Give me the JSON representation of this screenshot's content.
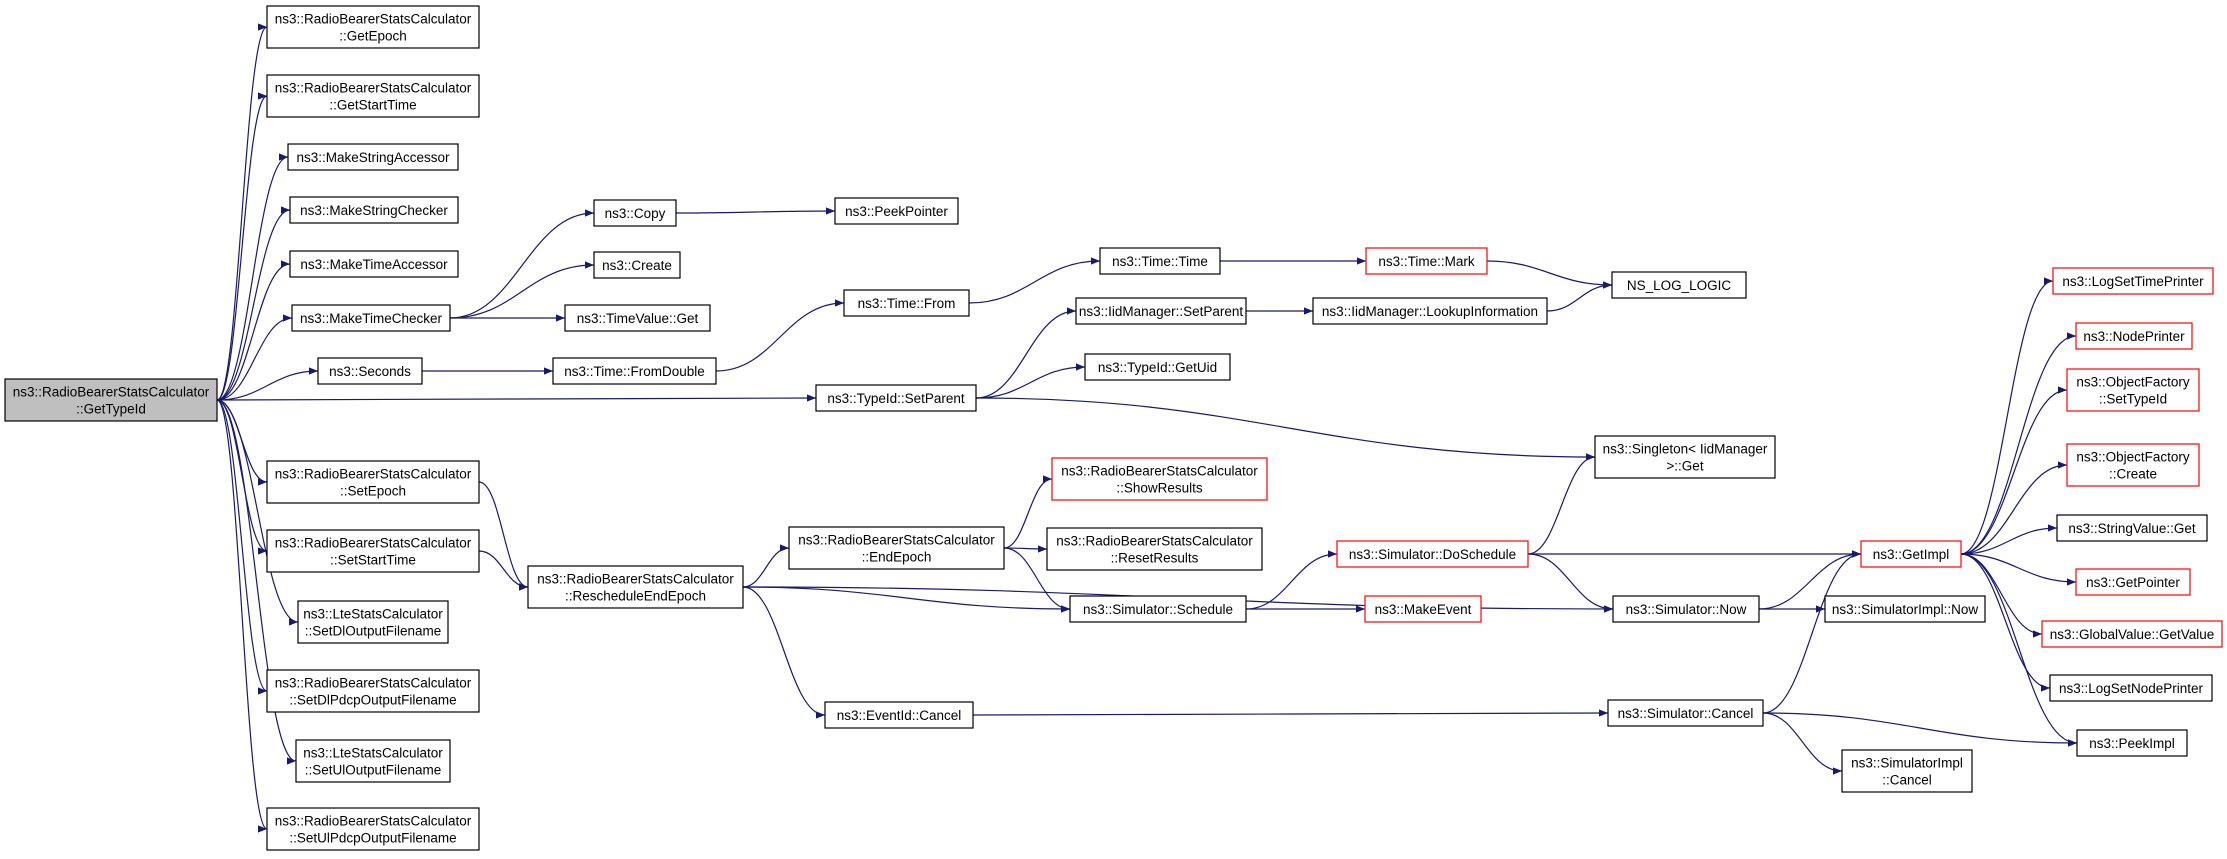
{
  "colors": {
    "edge": "#191970",
    "node_border": "#000000",
    "node_border_truncated": "#ff0000",
    "root_fill": "#bfbfbf",
    "node_fill": "#ffffff"
  },
  "nodes": [
    {
      "id": "root",
      "lines": [
        "ns3::RadioBearerStatsCalculator",
        "::GetTypeId"
      ],
      "style": "root"
    },
    {
      "id": "getepoch",
      "lines": [
        "ns3::RadioBearerStatsCalculator",
        "::GetEpoch"
      ],
      "style": "normal"
    },
    {
      "id": "getstarttime",
      "lines": [
        "ns3::RadioBearerStatsCalculator",
        "::GetStartTime"
      ],
      "style": "normal"
    },
    {
      "id": "makestringaccessor",
      "lines": [
        "ns3::MakeStringAccessor"
      ],
      "style": "normal"
    },
    {
      "id": "makestringchecker",
      "lines": [
        "ns3::MakeStringChecker"
      ],
      "style": "normal"
    },
    {
      "id": "maketimeaccessor",
      "lines": [
        "ns3::MakeTimeAccessor"
      ],
      "style": "normal"
    },
    {
      "id": "maketimechecker",
      "lines": [
        "ns3::MakeTimeChecker"
      ],
      "style": "normal"
    },
    {
      "id": "seconds",
      "lines": [
        "ns3::Seconds"
      ],
      "style": "normal"
    },
    {
      "id": "setepoch",
      "lines": [
        "ns3::RadioBearerStatsCalculator",
        "::SetEpoch"
      ],
      "style": "normal"
    },
    {
      "id": "setstarttime",
      "lines": [
        "ns3::RadioBearerStatsCalculator",
        "::SetStartTime"
      ],
      "style": "normal"
    },
    {
      "id": "setdloutput",
      "lines": [
        "ns3::LteStatsCalculator",
        "::SetDlOutputFilename"
      ],
      "style": "normal"
    },
    {
      "id": "setdlpdcp",
      "lines": [
        "ns3::RadioBearerStatsCalculator",
        "::SetDlPdcpOutputFilename"
      ],
      "style": "normal"
    },
    {
      "id": "setuloutput",
      "lines": [
        "ns3::LteStatsCalculator",
        "::SetUlOutputFilename"
      ],
      "style": "normal"
    },
    {
      "id": "setulpdcp",
      "lines": [
        "ns3::RadioBearerStatsCalculator",
        "::SetUlPdcpOutputFilename"
      ],
      "style": "normal"
    },
    {
      "id": "copy",
      "lines": [
        "ns3::Copy"
      ],
      "style": "normal"
    },
    {
      "id": "create",
      "lines": [
        "ns3::Create"
      ],
      "style": "normal"
    },
    {
      "id": "timevalueget",
      "lines": [
        "ns3::TimeValue::Get"
      ],
      "style": "normal"
    },
    {
      "id": "peekpointer",
      "lines": [
        "ns3::PeekPointer"
      ],
      "style": "normal"
    },
    {
      "id": "fromdouble",
      "lines": [
        "ns3::Time::FromDouble"
      ],
      "style": "normal"
    },
    {
      "id": "timefrom",
      "lines": [
        "ns3::Time::From"
      ],
      "style": "normal"
    },
    {
      "id": "timetime",
      "lines": [
        "ns3::Time::Time"
      ],
      "style": "normal"
    },
    {
      "id": "timemark",
      "lines": [
        "ns3::Time::Mark"
      ],
      "style": "truncated"
    },
    {
      "id": "nslog",
      "lines": [
        "NS_LOG_LOGIC"
      ],
      "style": "normal"
    },
    {
      "id": "iidsetparent",
      "lines": [
        "ns3::IidManager::SetParent"
      ],
      "style": "normal"
    },
    {
      "id": "iidlookup",
      "lines": [
        "ns3::IidManager::LookupInformation"
      ],
      "style": "normal"
    },
    {
      "id": "getuid",
      "lines": [
        "ns3::TypeId::GetUid"
      ],
      "style": "normal"
    },
    {
      "id": "typeidsetparent",
      "lines": [
        "ns3::TypeId::SetParent"
      ],
      "style": "normal"
    },
    {
      "id": "singleton",
      "lines": [
        "ns3::Singleton< IidManager",
        ">::Get"
      ],
      "style": "normal"
    },
    {
      "id": "reschedule",
      "lines": [
        "ns3::RadioBearerStatsCalculator",
        "::RescheduleEndEpoch"
      ],
      "style": "normal"
    },
    {
      "id": "endepoch",
      "lines": [
        "ns3::RadioBearerStatsCalculator",
        "::EndEpoch"
      ],
      "style": "normal"
    },
    {
      "id": "showresults",
      "lines": [
        "ns3::RadioBearerStatsCalculator",
        "::ShowResults"
      ],
      "style": "truncated"
    },
    {
      "id": "resetresults",
      "lines": [
        "ns3::RadioBearerStatsCalculator",
        "::ResetResults"
      ],
      "style": "normal"
    },
    {
      "id": "schedule",
      "lines": [
        "ns3::Simulator::Schedule"
      ],
      "style": "normal"
    },
    {
      "id": "doschedule",
      "lines": [
        "ns3::Simulator::DoSchedule"
      ],
      "style": "truncated"
    },
    {
      "id": "makeevent",
      "lines": [
        "ns3::MakeEvent"
      ],
      "style": "truncated"
    },
    {
      "id": "simnow",
      "lines": [
        "ns3::Simulator::Now"
      ],
      "style": "normal"
    },
    {
      "id": "simimplnow",
      "lines": [
        "ns3::SimulatorImpl::Now"
      ],
      "style": "normal"
    },
    {
      "id": "eventcancel",
      "lines": [
        "ns3::EventId::Cancel"
      ],
      "style": "normal"
    },
    {
      "id": "simcancel",
      "lines": [
        "ns3::Simulator::Cancel"
      ],
      "style": "normal"
    },
    {
      "id": "simimplcancel",
      "lines": [
        "ns3::SimulatorImpl",
        "::Cancel"
      ],
      "style": "normal"
    },
    {
      "id": "getimpl",
      "lines": [
        "ns3::GetImpl"
      ],
      "style": "truncated"
    },
    {
      "id": "logsettimeprinter",
      "lines": [
        "ns3::LogSetTimePrinter"
      ],
      "style": "truncated"
    },
    {
      "id": "nodeprinter",
      "lines": [
        "ns3::NodePrinter"
      ],
      "style": "truncated"
    },
    {
      "id": "ofsettypeid",
      "lines": [
        "ns3::ObjectFactory",
        "::SetTypeId"
      ],
      "style": "truncated"
    },
    {
      "id": "ofcreate",
      "lines": [
        "ns3::ObjectFactory",
        "::Create"
      ],
      "style": "truncated"
    },
    {
      "id": "stringvalueget",
      "lines": [
        "ns3::StringValue::Get"
      ],
      "style": "normal"
    },
    {
      "id": "getpointer",
      "lines": [
        "ns3::GetPointer"
      ],
      "style": "truncated"
    },
    {
      "id": "globalvalueget",
      "lines": [
        "ns3::GlobalValue::GetValue"
      ],
      "style": "truncated"
    },
    {
      "id": "logsetnodeprinter",
      "lines": [
        "ns3::LogSetNodePrinter"
      ],
      "style": "normal"
    },
    {
      "id": "peekimpl",
      "lines": [
        "ns3::PeekImpl"
      ],
      "style": "normal"
    }
  ],
  "edges": [
    [
      "root",
      "getepoch"
    ],
    [
      "root",
      "getstarttime"
    ],
    [
      "root",
      "makestringaccessor"
    ],
    [
      "root",
      "makestringchecker"
    ],
    [
      "root",
      "maketimeaccessor"
    ],
    [
      "root",
      "maketimechecker"
    ],
    [
      "root",
      "seconds"
    ],
    [
      "root",
      "typeidsetparent"
    ],
    [
      "root",
      "setepoch"
    ],
    [
      "root",
      "setstarttime"
    ],
    [
      "root",
      "setdloutput"
    ],
    [
      "root",
      "setdlpdcp"
    ],
    [
      "root",
      "setuloutput"
    ],
    [
      "root",
      "setulpdcp"
    ],
    [
      "maketimechecker",
      "copy"
    ],
    [
      "maketimechecker",
      "create"
    ],
    [
      "maketimechecker",
      "timevalueget"
    ],
    [
      "copy",
      "peekpointer"
    ],
    [
      "seconds",
      "fromdouble"
    ],
    [
      "fromdouble",
      "timefrom"
    ],
    [
      "timefrom",
      "timetime"
    ],
    [
      "timetime",
      "timemark"
    ],
    [
      "timemark",
      "nslog"
    ],
    [
      "typeidsetparent",
      "iidsetparent"
    ],
    [
      "typeidsetparent",
      "getuid"
    ],
    [
      "typeidsetparent",
      "singleton"
    ],
    [
      "iidsetparent",
      "iidlookup"
    ],
    [
      "iidlookup",
      "nslog"
    ],
    [
      "setepoch",
      "reschedule"
    ],
    [
      "setstarttime",
      "reschedule"
    ],
    [
      "reschedule",
      "endepoch"
    ],
    [
      "reschedule",
      "schedule"
    ],
    [
      "reschedule",
      "simnow"
    ],
    [
      "reschedule",
      "eventcancel"
    ],
    [
      "endepoch",
      "showresults"
    ],
    [
      "endepoch",
      "resetresults"
    ],
    [
      "endepoch",
      "schedule"
    ],
    [
      "schedule",
      "doschedule"
    ],
    [
      "schedule",
      "makeevent"
    ],
    [
      "doschedule",
      "singleton"
    ],
    [
      "doschedule",
      "getimpl"
    ],
    [
      "doschedule",
      "simnow"
    ],
    [
      "simnow",
      "getimpl"
    ],
    [
      "simnow",
      "simimplnow"
    ],
    [
      "eventcancel",
      "simcancel"
    ],
    [
      "simcancel",
      "getimpl"
    ],
    [
      "simcancel",
      "simimplcancel"
    ],
    [
      "simcancel",
      "peekimpl"
    ],
    [
      "getimpl",
      "logsettimeprinter"
    ],
    [
      "getimpl",
      "nodeprinter"
    ],
    [
      "getimpl",
      "ofsettypeid"
    ],
    [
      "getimpl",
      "ofcreate"
    ],
    [
      "getimpl",
      "stringvalueget"
    ],
    [
      "getimpl",
      "getpointer"
    ],
    [
      "getimpl",
      "globalvalueget"
    ],
    [
      "getimpl",
      "logsetnodeprinter"
    ],
    [
      "getimpl",
      "peekimpl"
    ]
  ]
}
